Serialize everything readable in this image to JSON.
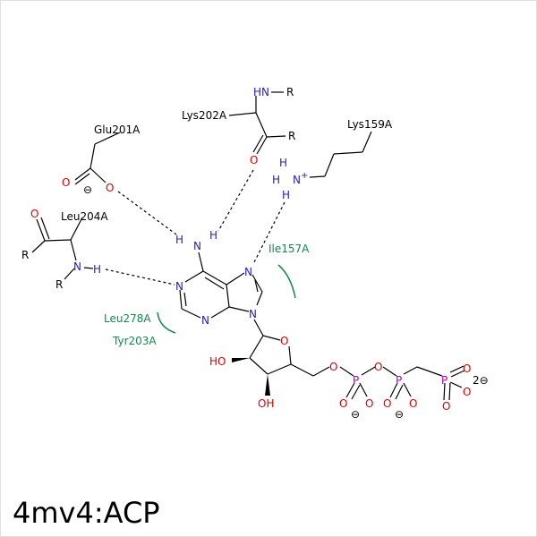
{
  "caption": "4mv4:ACP",
  "atoms": {
    "O": "O",
    "N": "N",
    "H": "H",
    "P": "P",
    "R": "R",
    "HN": "HN",
    "HO": "HO",
    "OH": "OH",
    "plus": "+",
    "minus": "⊖",
    "charge2": "2⊖"
  },
  "residues": {
    "glu201": "Glu201A",
    "lys202": "Lys202A",
    "lys159": "Lys159A",
    "leu204": "Leu204A",
    "ile157": "Ile157A",
    "leu278": "Leu278A",
    "tyr203": "Tyr203A"
  }
}
